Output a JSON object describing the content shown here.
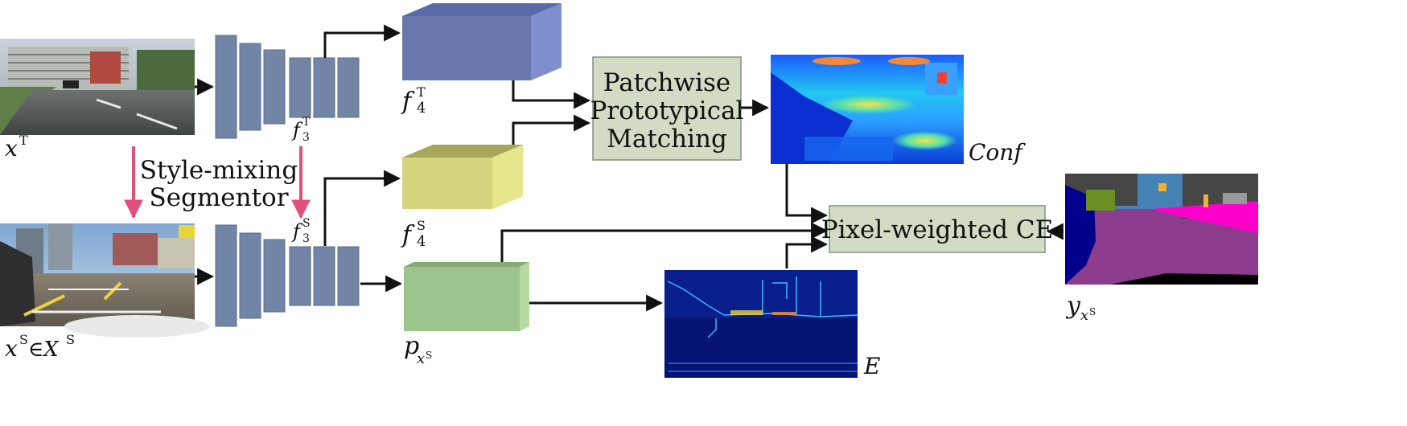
{
  "diagram": {
    "style_mixing_segmentor": [
      "Style-mixing",
      "Segmentor"
    ],
    "patchwise_matching": [
      "Patchwise",
      "Prototypical",
      "Matching"
    ],
    "pixel_weighted_ce": "Pixel-weighted CE",
    "labels": {
      "x_T": {
        "base": "x",
        "sup": "T"
      },
      "x_S": {
        "base": "x",
        "sup": "S",
        "tail": "∈X",
        "tail_sup": "S"
      },
      "f3_T": {
        "base": "f",
        "sub": "3",
        "sup": "T"
      },
      "f3_S": {
        "base": "f",
        "sub": "3",
        "sup": "S"
      },
      "f4_T": {
        "base": "f",
        "sub": "4",
        "sup": "T"
      },
      "f4_S": {
        "base": "f",
        "sub": "4",
        "sup": "S"
      },
      "p_xS": {
        "base": "p",
        "sub": "x",
        "subsup": "S"
      },
      "y_xS": {
        "base": "y",
        "sub": "x",
        "subsup": "S"
      },
      "conf": "Conf",
      "E": "E"
    },
    "colors": {
      "encoder_block": "#7186a6",
      "feature_T_front": "#6877ae",
      "feature_T_top": "#5a6aa6",
      "feature_T_side": "#7f8fcc",
      "feature_S_front": "#d5d47f",
      "feature_S_top": "#a8a65a",
      "feature_S_side": "#e6e68c",
      "pred_front": "#9cc48c",
      "pred_top": "#86ad78",
      "pred_side": "#b5dba3",
      "module_box": "#d2dcc4",
      "pink_arrow": "#e0507a"
    }
  }
}
